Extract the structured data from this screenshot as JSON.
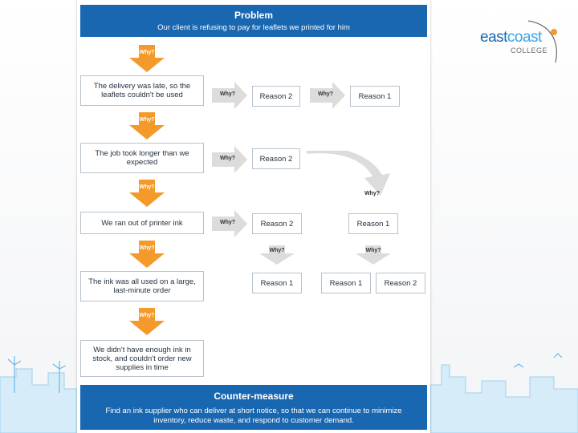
{
  "header": {
    "title": "Problem",
    "subtitle": "Our client is refusing to pay for leaflets we printed for him"
  },
  "why_label": "Why?",
  "causes": [
    "The delivery was late, so the leaflets couldn't be used",
    "The job took longer than we expected",
    "We ran out of printer ink",
    "The ink was all used on a large, last-minute order",
    "We didn't have enough ink in stock, and couldn't order new supplies in time"
  ],
  "reasons": {
    "r1_reason2": "Reason 2",
    "r1_reason1": "Reason 1",
    "r2_reason2": "Reason 2",
    "r3_reason2": "Reason 2",
    "r3_reason1": "Reason 1",
    "r4_reason1a": "Reason 1",
    "r4_reason1b": "Reason 1",
    "r4_reason2": "Reason 2"
  },
  "footer": {
    "title": "Counter-measure",
    "text": "Find an ink supplier who can deliver at short notice, so that we can continue to minimize inventory, reduce waste, and respond to customer demand."
  },
  "logo": {
    "east": "east",
    "coast": "coast",
    "college": "COLLEGE"
  },
  "colors": {
    "banner": "#1a67b1",
    "why_arrow": "#f39a2b",
    "gray_arrow": "#dcdcdc"
  }
}
